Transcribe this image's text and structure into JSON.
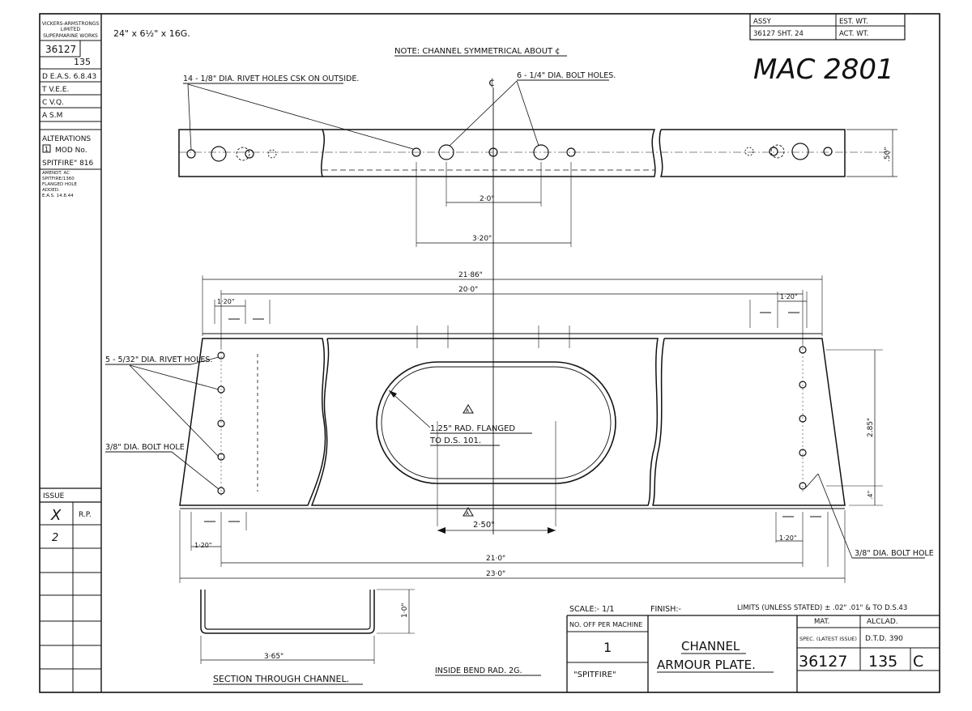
{
  "title_block_left": {
    "company": [
      "VICKERS-ARMSTRONGS",
      "LIMITED",
      "SUPERMARINE WORKS"
    ],
    "drawing_no": "36127",
    "part_no": "135",
    "sign_offs": [
      "D E.A.S. 6.8.43",
      "T V.E.E.",
      "C V.Q.",
      "A S.M"
    ],
    "alterations_label": "ALTERATIONS",
    "mod_text": "MOD No.",
    "mod_no": "1",
    "mod_ref": "SPITFIRE\" 816",
    "amendment_note": [
      "AMENDT. AC",
      "SPITFIRE/1360",
      "FLANGED HOLE",
      "ADDED.",
      "E.A.S. 14.8.44"
    ],
    "issue_label": "ISSUE",
    "issue_rows": [
      {
        "issue": "X",
        "by": "R.P."
      },
      {
        "issue": "2",
        "by": ""
      }
    ]
  },
  "material_size": "24\" x 6½\" x 16G.",
  "assy": {
    "label": "ASSY",
    "ref": "36127 SHT. 24",
    "est_wt": "EST. WT.",
    "act_wt": "ACT. WT."
  },
  "handwritten_ref": "MAC 2801",
  "note": "NOTE: CHANNEL SYMMETRICAL ABOUT ¢",
  "callouts": {
    "rivet_holes_csk": "14 - 1/8\" DIA. RIVET HOLES CSK ON OUTSIDE.",
    "bolt_holes_top": "6 - 1/4\" DIA. BOLT HOLES.",
    "rivet_holes_flat": "5 - 5/32\" DIA. RIVET HOLES.",
    "bolt_hole_left": "3/8\" DIA. BOLT HOLE",
    "bolt_hole_right": "3/8\" DIA. BOLT HOLE",
    "flange_rad": "1.25\" RAD. FLANGED",
    "flange_spec": "TO D.S. 101.",
    "section_title": "SECTION THROUGH CHANNEL.",
    "bend_rad": "INSIDE BEND RAD. 2G."
  },
  "dimensions": {
    "top_inner": "2·0\"",
    "top_outer": "3·20\"",
    "top_depth": ".50\"",
    "overall_21_86": "21·86\"",
    "overall_20": "20·0\"",
    "pitch_tl": "1·20\"",
    "pitch_tr": "1·20\"",
    "pitch_bl": "1·20\"",
    "pitch_br": "1·20\"",
    "slot_len": "2·50\"",
    "bottom_21": "21·0\"",
    "bottom_23": "23·0\"",
    "height_285": "2.85\"",
    "edge_4": ".4\"",
    "section_width": "3·65\"",
    "section_height": "1·0\"",
    "centerline": "¢",
    "issue_mark": "A"
  },
  "title_block": {
    "scale": "SCALE:- 1/1",
    "finish": "FINISH:-",
    "limits": "LIMITS (UNLESS STATED) ± .02\" .01\" & TO D.S.43",
    "no_off_label": "NO. OFF PER MACHINE",
    "no_off_value": "1",
    "aircraft": "\"SPITFIRE\"",
    "part_name_1": "CHANNEL",
    "part_name_2": "ARMOUR PLATE.",
    "mat_label": "MAT.",
    "mat_value": "ALCLAD.",
    "spec_label": "SPEC. (LATEST ISSUE)",
    "spec_value": "D.T.D. 390",
    "drawing_no": "36127",
    "part_no": "135",
    "issue": "C"
  }
}
